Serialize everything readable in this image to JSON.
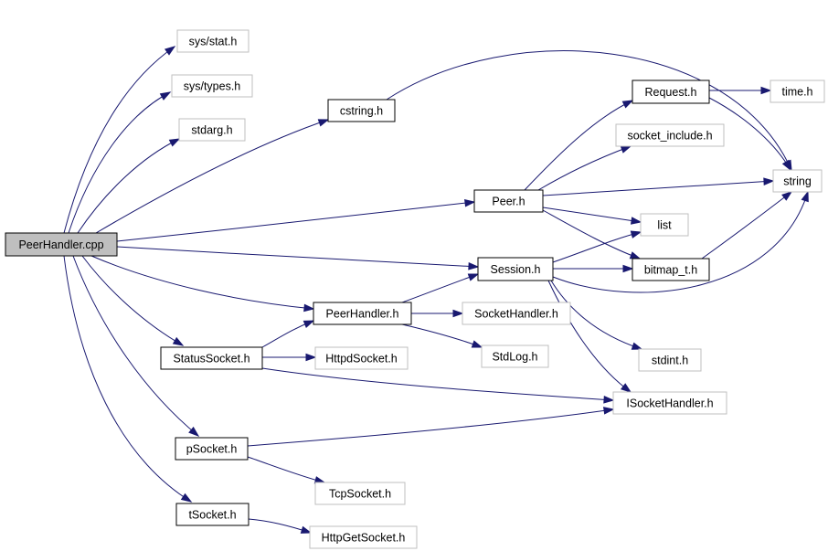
{
  "nodes": [
    {
      "id": "peerhandler_cpp",
      "label": "PeerHandler.cpp",
      "kind": "root"
    },
    {
      "id": "sys_stat_h",
      "label": "sys/stat.h",
      "kind": "external"
    },
    {
      "id": "sys_types_h",
      "label": "sys/types.h",
      "kind": "external"
    },
    {
      "id": "stdarg_h",
      "label": "stdarg.h",
      "kind": "external"
    },
    {
      "id": "cstring_h",
      "label": "cstring.h",
      "kind": "documented"
    },
    {
      "id": "request_h",
      "label": "Request.h",
      "kind": "documented"
    },
    {
      "id": "time_h",
      "label": "time.h",
      "kind": "external"
    },
    {
      "id": "socket_include_h",
      "label": "socket_include.h",
      "kind": "external"
    },
    {
      "id": "string",
      "label": "string",
      "kind": "external"
    },
    {
      "id": "peer_h",
      "label": "Peer.h",
      "kind": "documented"
    },
    {
      "id": "list",
      "label": "list",
      "kind": "external"
    },
    {
      "id": "session_h",
      "label": "Session.h",
      "kind": "documented"
    },
    {
      "id": "bitmap_t_h",
      "label": "bitmap_t.h",
      "kind": "documented"
    },
    {
      "id": "peerhandler_h",
      "label": "PeerHandler.h",
      "kind": "documented"
    },
    {
      "id": "sockethandler_h",
      "label": "SocketHandler.h",
      "kind": "external"
    },
    {
      "id": "statussocket_h",
      "label": "StatusSocket.h",
      "kind": "documented"
    },
    {
      "id": "httpdsocket_h",
      "label": "HttpdSocket.h",
      "kind": "external"
    },
    {
      "id": "stdlog_h",
      "label": "StdLog.h",
      "kind": "external"
    },
    {
      "id": "stdint_h",
      "label": "stdint.h",
      "kind": "external"
    },
    {
      "id": "isockethandler_h",
      "label": "ISocketHandler.h",
      "kind": "external"
    },
    {
      "id": "psocket_h",
      "label": "pSocket.h",
      "kind": "documented"
    },
    {
      "id": "tcpsocket_h",
      "label": "TcpSocket.h",
      "kind": "external"
    },
    {
      "id": "tsocket_h",
      "label": "tSocket.h",
      "kind": "documented"
    },
    {
      "id": "httpgetsocket_h",
      "label": "HttpGetSocket.h",
      "kind": "external"
    }
  ],
  "edges": [
    {
      "from": "peerhandler_cpp",
      "to": "sys_stat_h"
    },
    {
      "from": "peerhandler_cpp",
      "to": "sys_types_h"
    },
    {
      "from": "peerhandler_cpp",
      "to": "stdarg_h"
    },
    {
      "from": "peerhandler_cpp",
      "to": "cstring_h"
    },
    {
      "from": "peerhandler_cpp",
      "to": "peer_h"
    },
    {
      "from": "peerhandler_cpp",
      "to": "session_h"
    },
    {
      "from": "peerhandler_cpp",
      "to": "peerhandler_h"
    },
    {
      "from": "peerhandler_cpp",
      "to": "statussocket_h"
    },
    {
      "from": "peerhandler_cpp",
      "to": "psocket_h"
    },
    {
      "from": "peerhandler_cpp",
      "to": "tsocket_h"
    },
    {
      "from": "cstring_h",
      "to": "string"
    },
    {
      "from": "request_h",
      "to": "time_h"
    },
    {
      "from": "request_h",
      "to": "string"
    },
    {
      "from": "peer_h",
      "to": "request_h"
    },
    {
      "from": "peer_h",
      "to": "socket_include_h"
    },
    {
      "from": "peer_h",
      "to": "string"
    },
    {
      "from": "peer_h",
      "to": "list"
    },
    {
      "from": "peer_h",
      "to": "bitmap_t_h"
    },
    {
      "from": "session_h",
      "to": "list"
    },
    {
      "from": "session_h",
      "to": "bitmap_t_h"
    },
    {
      "from": "session_h",
      "to": "string"
    },
    {
      "from": "session_h",
      "to": "stdint_h"
    },
    {
      "from": "session_h",
      "to": "isockethandler_h"
    },
    {
      "from": "bitmap_t_h",
      "to": "string"
    },
    {
      "from": "peerhandler_h",
      "to": "session_h"
    },
    {
      "from": "peerhandler_h",
      "to": "sockethandler_h"
    },
    {
      "from": "peerhandler_h",
      "to": "stdlog_h"
    },
    {
      "from": "statussocket_h",
      "to": "peerhandler_h"
    },
    {
      "from": "statussocket_h",
      "to": "httpdsocket_h"
    },
    {
      "from": "statussocket_h",
      "to": "isockethandler_h"
    },
    {
      "from": "psocket_h",
      "to": "isockethandler_h"
    },
    {
      "from": "psocket_h",
      "to": "tcpsocket_h"
    },
    {
      "from": "tsocket_h",
      "to": "httpgetsocket_h"
    }
  ],
  "colors": {
    "edge": "#191970",
    "root_fill": "#bfbfbf",
    "root_border": "#000000",
    "documented_border": "#000000",
    "external_border": "#bfbfbf",
    "node_fill": "#ffffff",
    "text": "#000000"
  }
}
